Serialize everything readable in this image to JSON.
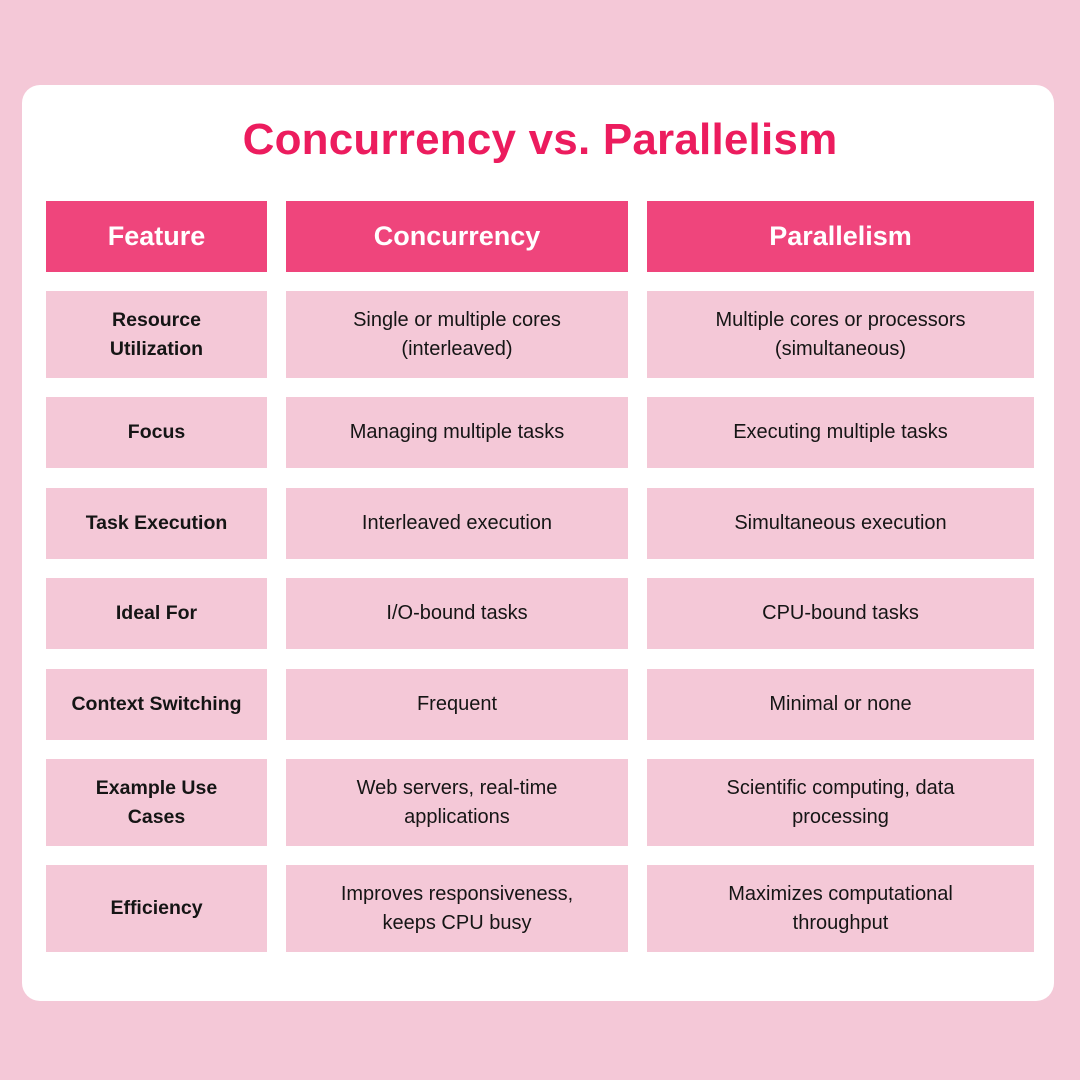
{
  "title": "Concurrency vs. Parallelism",
  "colors": {
    "background": "#f4c8d7",
    "card": "#ffffff",
    "title": "#ec1c5e",
    "header_fill": "#ef457c",
    "header_text": "#ffffff",
    "cell_fill": "#f4c8d7",
    "cell_text": "#151515"
  },
  "table": {
    "headers": [
      "Feature",
      "Concurrency",
      "Parallelism"
    ],
    "rows": [
      {
        "feature": "Resource\nUtilization",
        "concurrency": "Single or multiple cores\n(interleaved)",
        "parallelism": "Multiple cores or processors\n(simultaneous)"
      },
      {
        "feature": "Focus",
        "concurrency": "Managing multiple tasks",
        "parallelism": "Executing multiple tasks"
      },
      {
        "feature": "Task Execution",
        "concurrency": "Interleaved execution",
        "parallelism": "Simultaneous execution"
      },
      {
        "feature": "Ideal For",
        "concurrency": "I/O-bound tasks",
        "parallelism": "CPU-bound tasks"
      },
      {
        "feature": "Context Switching",
        "concurrency": "Frequent",
        "parallelism": "Minimal or none"
      },
      {
        "feature": "Example Use\nCases",
        "concurrency": "Web servers, real-time\napplications",
        "parallelism": "Scientific computing, data\nprocessing"
      },
      {
        "feature": "Efficiency",
        "concurrency": "Improves responsiveness,\nkeeps CPU busy",
        "parallelism": "Maximizes computational\nthroughput"
      }
    ]
  }
}
